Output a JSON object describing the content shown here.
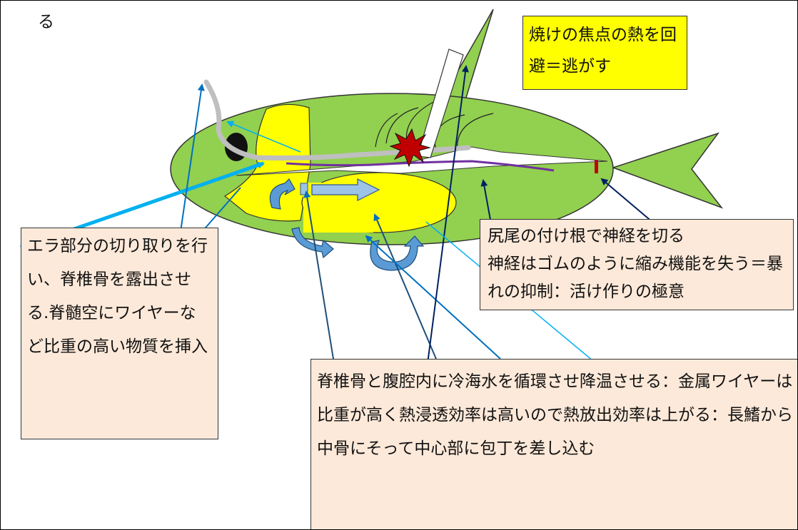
{
  "page": {
    "top_fragment": "る"
  },
  "annotations": {
    "focus_heat": "焼けの焦点の熱を回避＝逃がす",
    "gill_cut": "エラ部分の切り取りを行い、脊椎骨を露出させる.脊髄空にワイヤーなど比重の高い物質を挿入",
    "tail_nerve": "尻尾の付け根で神経を切る\n神経はゴムのように縮み機能を失う＝暴れの抑制：活け作りの極意",
    "cooling": "脊椎骨と腹腔内に冷海水を循環させ降温させる：金属ワイヤーは比重が高く熱浸透効率は高いので熱放出効率は上がる：長鰭から中骨にそって中心部に包丁を差し込む"
  },
  "colors": {
    "fish_body": "#92d050",
    "yellow": "#ffff00",
    "peach_box": "#fde9d9",
    "blue_arrow": "#0070c0",
    "light_blue": "#00b0f0",
    "navy_arrow": "#002060",
    "purple_nerve": "#7030a0",
    "red_focus": "#c00000",
    "grey_wire": "#bfbfbf",
    "arrow_fill_light": "#9dc3e6"
  },
  "icons": {
    "heat_focus": "red-star-burst-icon",
    "flow": "curved-circulation-arrow-icon"
  }
}
